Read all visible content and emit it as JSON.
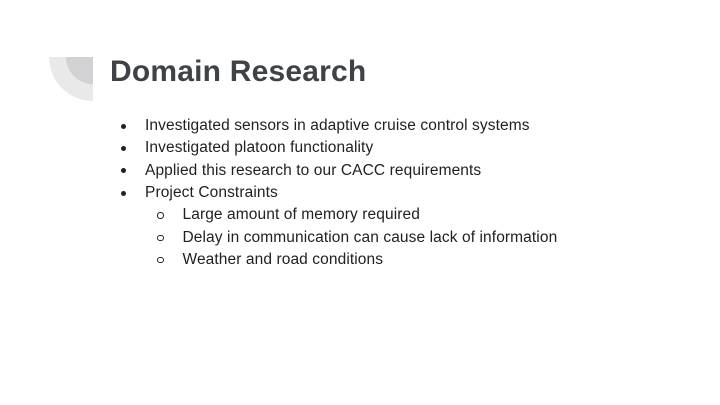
{
  "slide": {
    "title": "Domain Research",
    "colors": {
      "background": "#ffffff",
      "title_color": "#3f4347",
      "body_color": "#212121",
      "decor_outer": "#e9e9ea",
      "decor_inner": "#d2d2d4"
    },
    "decoration": "quarter-circle",
    "list": {
      "items": [
        {
          "level": 1,
          "text": "Investigated sensors in adaptive cruise control systems"
        },
        {
          "level": 1,
          "text": "Investigated platoon functionality"
        },
        {
          "level": 1,
          "text": "Applied this research to our CACC requirements"
        },
        {
          "level": 1,
          "text": "Project Constraints"
        },
        {
          "level": 2,
          "text": "Large amount of memory required"
        },
        {
          "level": 2,
          "text": "Delay in communication can cause lack of information"
        },
        {
          "level": 2,
          "text": "Weather and road conditions"
        }
      ]
    }
  }
}
